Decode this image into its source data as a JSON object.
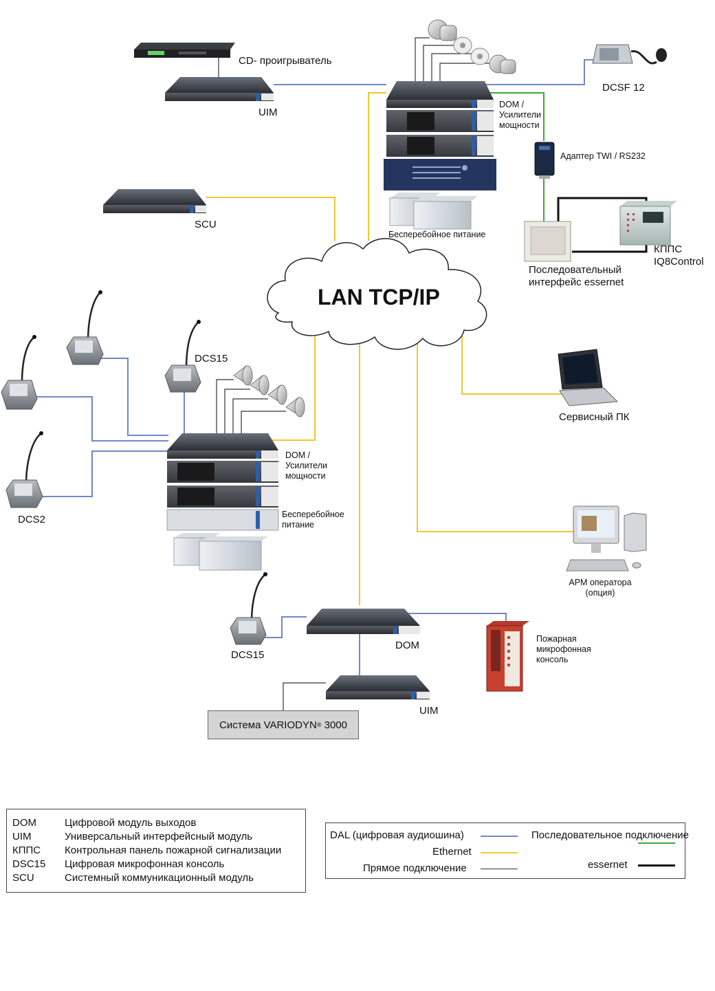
{
  "colors": {
    "dal": "#7088c8",
    "ethernet": "#f2c62a",
    "direct": "#333333",
    "serial": "#3aaa35",
    "essernet": "#111111"
  },
  "lan": {
    "label": "LAN TCP/IP"
  },
  "labels": {
    "cd_player": "CD- проигрыватель",
    "uim_top": "UIM",
    "dcsf12": "DCSF 12",
    "dom_top": "DOM /\nУсилители\nмощности",
    "adapter": "Адаптер TWI / RS232",
    "ups_top": "Бесперебойное питание",
    "scu": "SCU",
    "serial_iface": "Последовательный\nинтерфейс essernet",
    "kpps": "КППС\nIQ8Control",
    "dcs15_mid": "DCS15",
    "dom_mid": "DOM /\nУсилители\nмощности",
    "ups_mid": "Бесперебойное\nпитание",
    "dcs2": "DCS2",
    "service_pc": "Сервисный ПК",
    "operator": "АРМ оператора\n(опция)",
    "dcs15_bottom": "DCS15",
    "dom_bottom": "DOM",
    "fire_console": "Пожарная\nмикрофонная\nконсоль",
    "uim_bottom": "UIM",
    "variodyn_pre": "Система VARIODYN",
    "variodyn_reg": "®",
    "variodyn_post": " 3000"
  },
  "abbreviations": [
    {
      "key": "DOM",
      "desc": "Цифровой модуль выходов"
    },
    {
      "key": "UIM",
      "desc": "Универсальный интерфейсный модуль"
    },
    {
      "key": "КППС",
      "desc": "Контрольная панель пожарной сигнализации"
    },
    {
      "key": "DSC15",
      "desc": "Цифровая микрофонная консоль"
    },
    {
      "key": "SCU",
      "desc": "Системный коммуникационный модуль"
    }
  ],
  "legend": {
    "dal": "DAL (цифровая аудиошина)",
    "ethernet": "Ethernet",
    "direct": "Прямое подключение",
    "serial": "Последовательное\nподключение",
    "essernet": "essernet"
  },
  "icons": [
    "cd-player-icon",
    "rack-unit-icon",
    "ceiling-speaker-icon",
    "desk-microphone-icon",
    "horn-speaker-icon",
    "battery-icon",
    "adapter-icon",
    "fire-panel-icon",
    "laptop-icon",
    "workstation-icon",
    "fire-mic-console-icon"
  ]
}
